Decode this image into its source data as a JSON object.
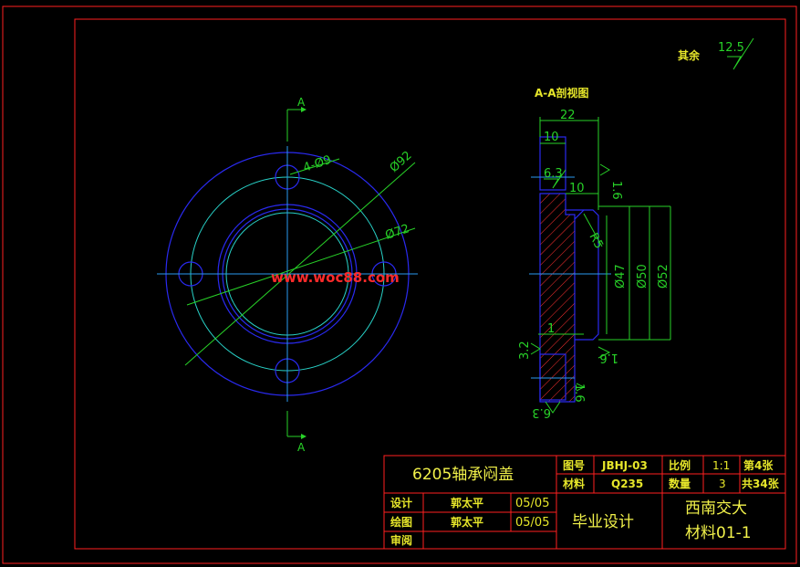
{
  "drawing": {
    "roughness_label": "其余",
    "roughness_value": "12.5",
    "section_title": "A-A剖视图",
    "section_mark_top": "A",
    "section_mark_bottom": "A",
    "watermark": "www.woc88.com",
    "front_view": {
      "hole_label": "4-Ø9",
      "outer_dia": "Ø92",
      "pitch_dia": "Ø72"
    },
    "section_view": {
      "dim_total_width": "22",
      "dim_flange_width": "10",
      "dim_step_width": "10",
      "dim_radius": "R5",
      "dim_d47": "Ø47",
      "dim_d50": "Ø50",
      "dim_d52": "Ø52",
      "dim_small_1": "1",
      "rough_6_3": "6.3",
      "rough_1_6_a": "1.6",
      "rough_1_6_b": "1.6",
      "rough_3_2": "3.2",
      "rough_1_6_c": "1.6",
      "rough_6_3_b": "6.3"
    }
  },
  "title_block": {
    "part_name": "6205轴承闷盖",
    "drawing_no_label": "图号",
    "drawing_no": "JBHJ-03",
    "scale_label": "比例",
    "scale": "1:1",
    "sheet": "第4张",
    "material_label": "材料",
    "material": "Q235",
    "qty_label": "数量",
    "qty": "3",
    "total_sheets": "共34张",
    "design_label": "设计",
    "design_name": "郭太平",
    "design_date": "05/05",
    "draw_label": "绘图",
    "draw_name": "郭太平",
    "draw_date": "05/05",
    "review_label": "审阅",
    "project": "毕业设计",
    "school": "西南交大",
    "class": "材料01-1"
  },
  "colors": {
    "frame": "#ff2020",
    "blue": "#2a2af0",
    "cyan": "#28d2c8",
    "green": "#28d228",
    "yellow": "#e6e62a",
    "hatch": "#ff3030"
  }
}
